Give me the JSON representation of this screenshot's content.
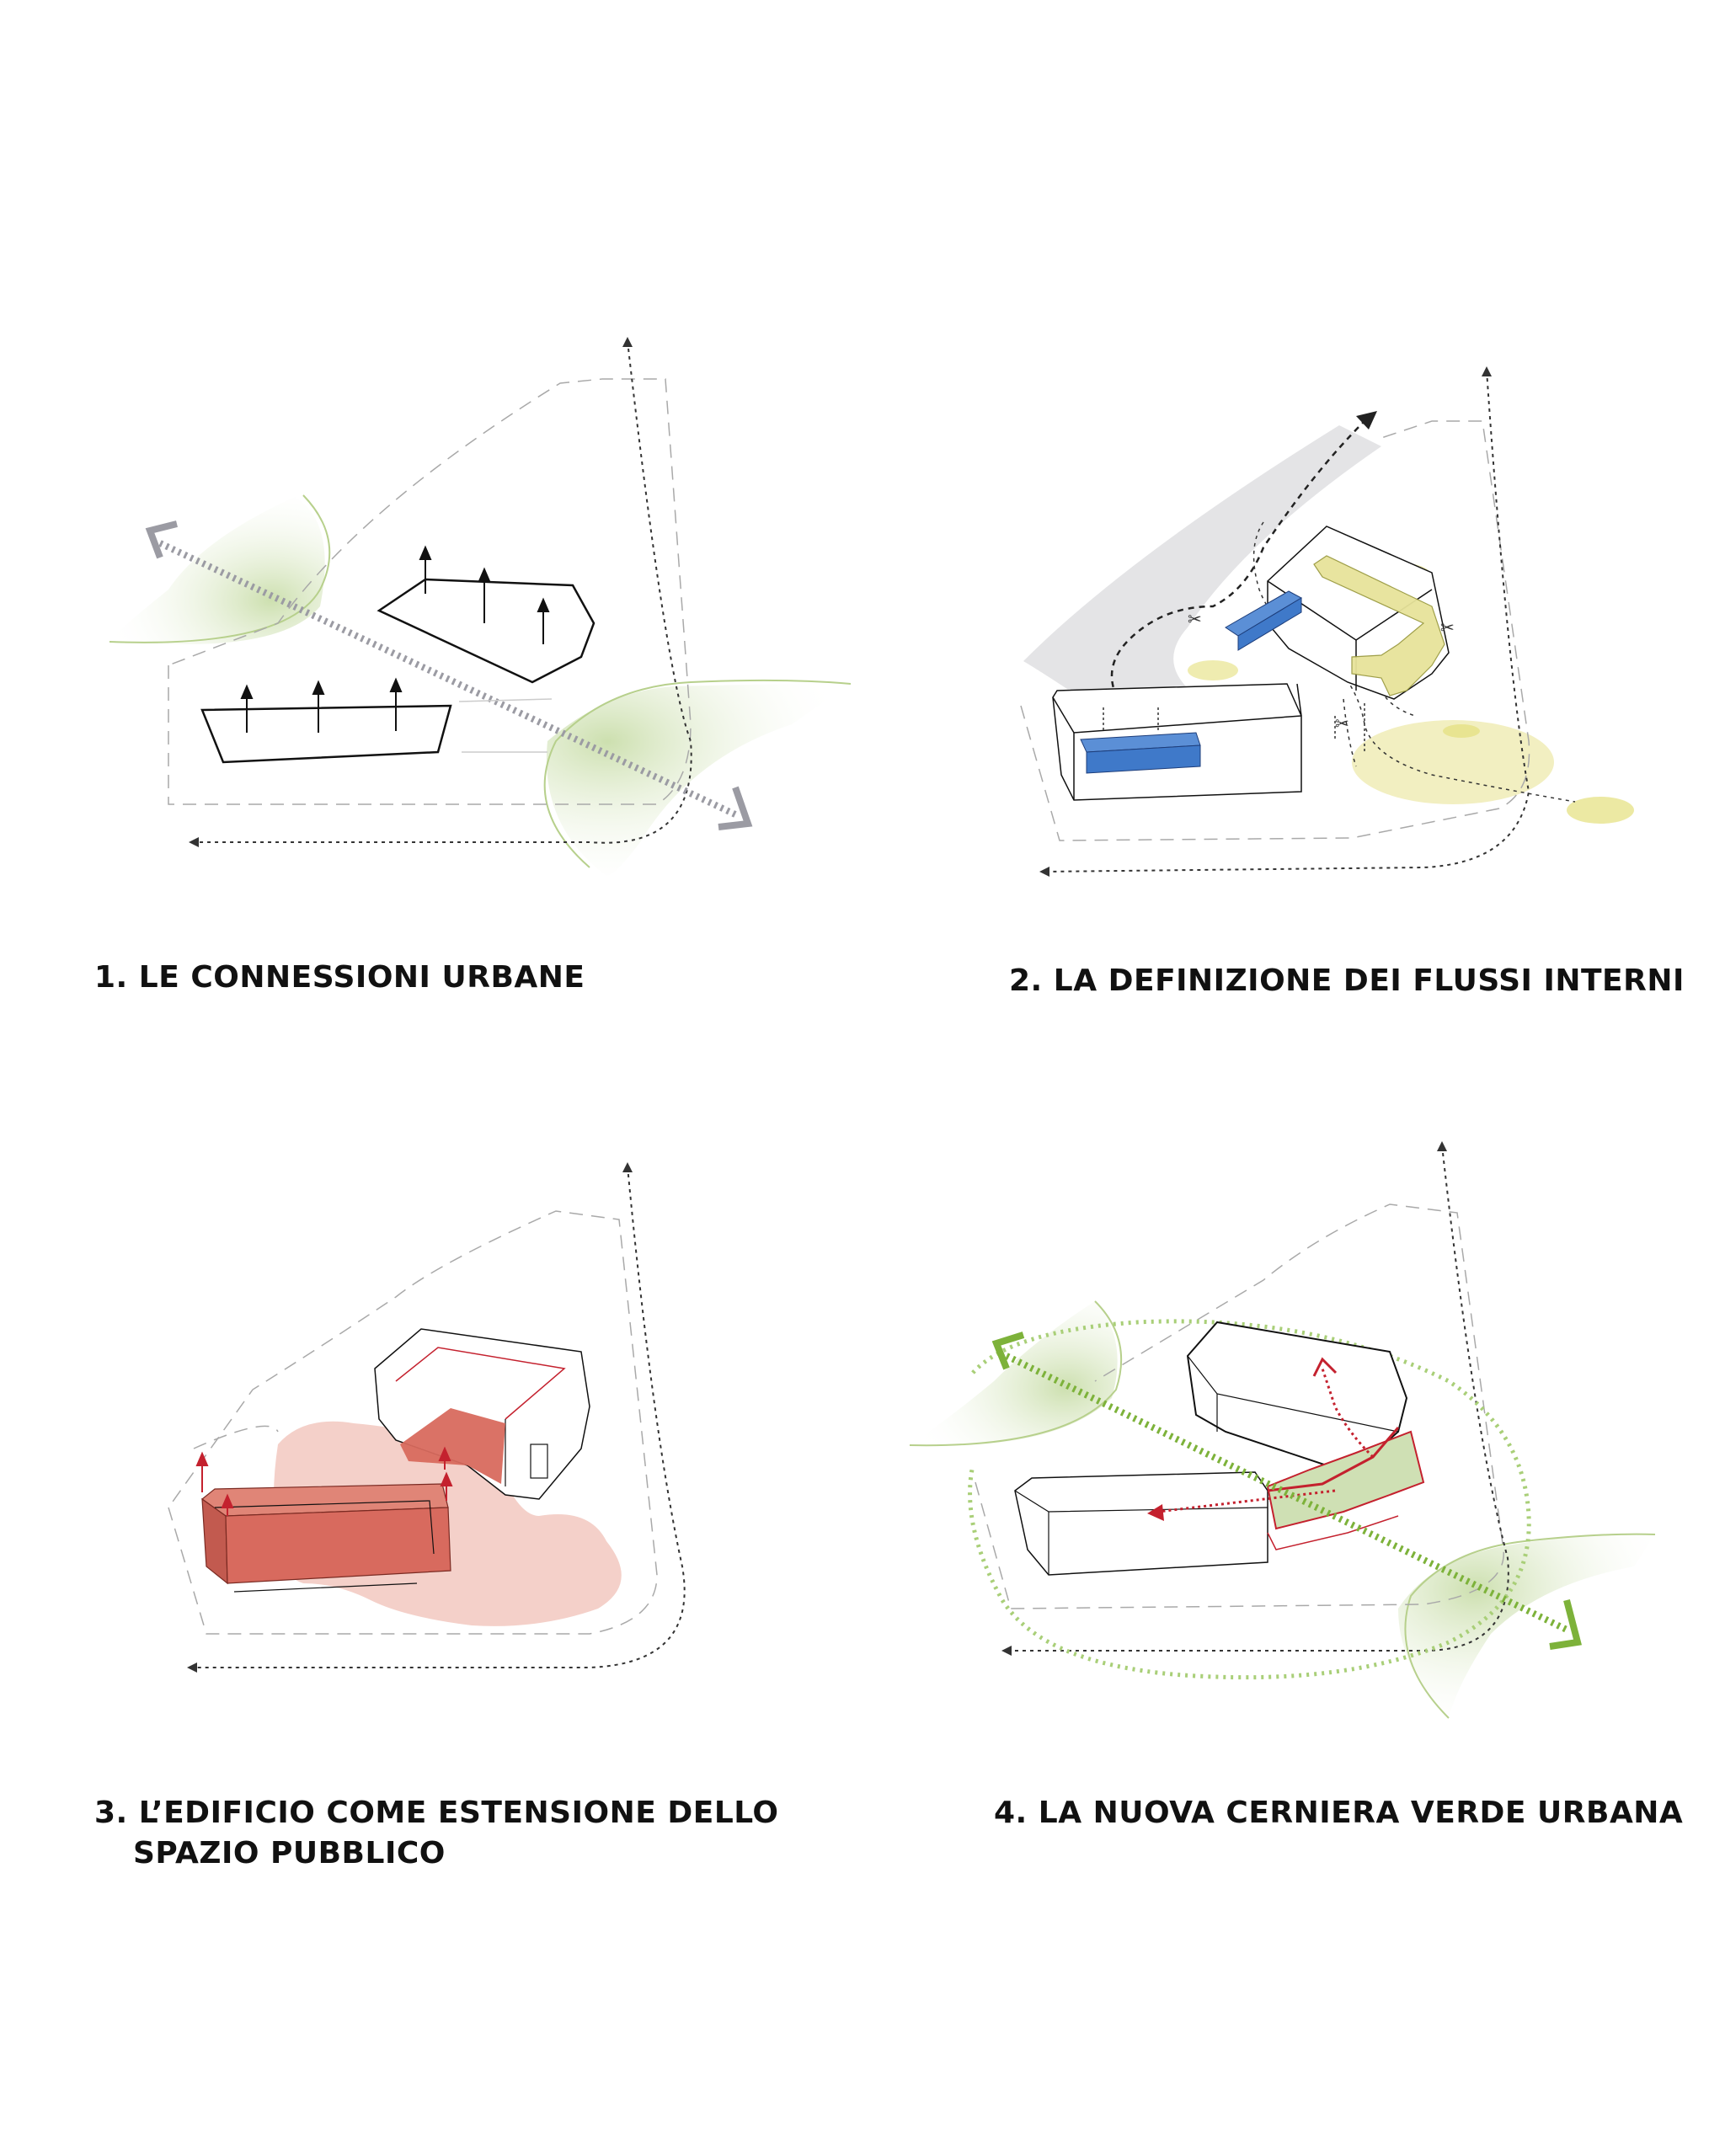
{
  "diagrams": [
    {
      "caption": "1. LE CONNESSIONI URBANE"
    },
    {
      "caption": "2. LA DEFINIZIONE DEI FLUSSI INTERNI"
    },
    {
      "caption_line1": "3. L’EDIFICIO COME ESTENSIONE DELLO",
      "caption_line2": "SPAZIO PUBBLICO"
    },
    {
      "caption": "4. LA NUOVA CERNIERA VERDE URBANA"
    }
  ],
  "colors": {
    "green_area": "#cfe0b4",
    "green_line": "#8fbf4a",
    "green_arrow": "#7db23a",
    "grey_arrow": "#9b9ba3",
    "blue_volume": "#3f79c9",
    "yellow_volume": "#e7e39a",
    "yellow_zone": "#ece8a6",
    "red_volume": "#d86a5e",
    "pink_zone": "#f2c8c0",
    "red_line": "#c4212e",
    "grey_band": "#e4e4e6"
  }
}
